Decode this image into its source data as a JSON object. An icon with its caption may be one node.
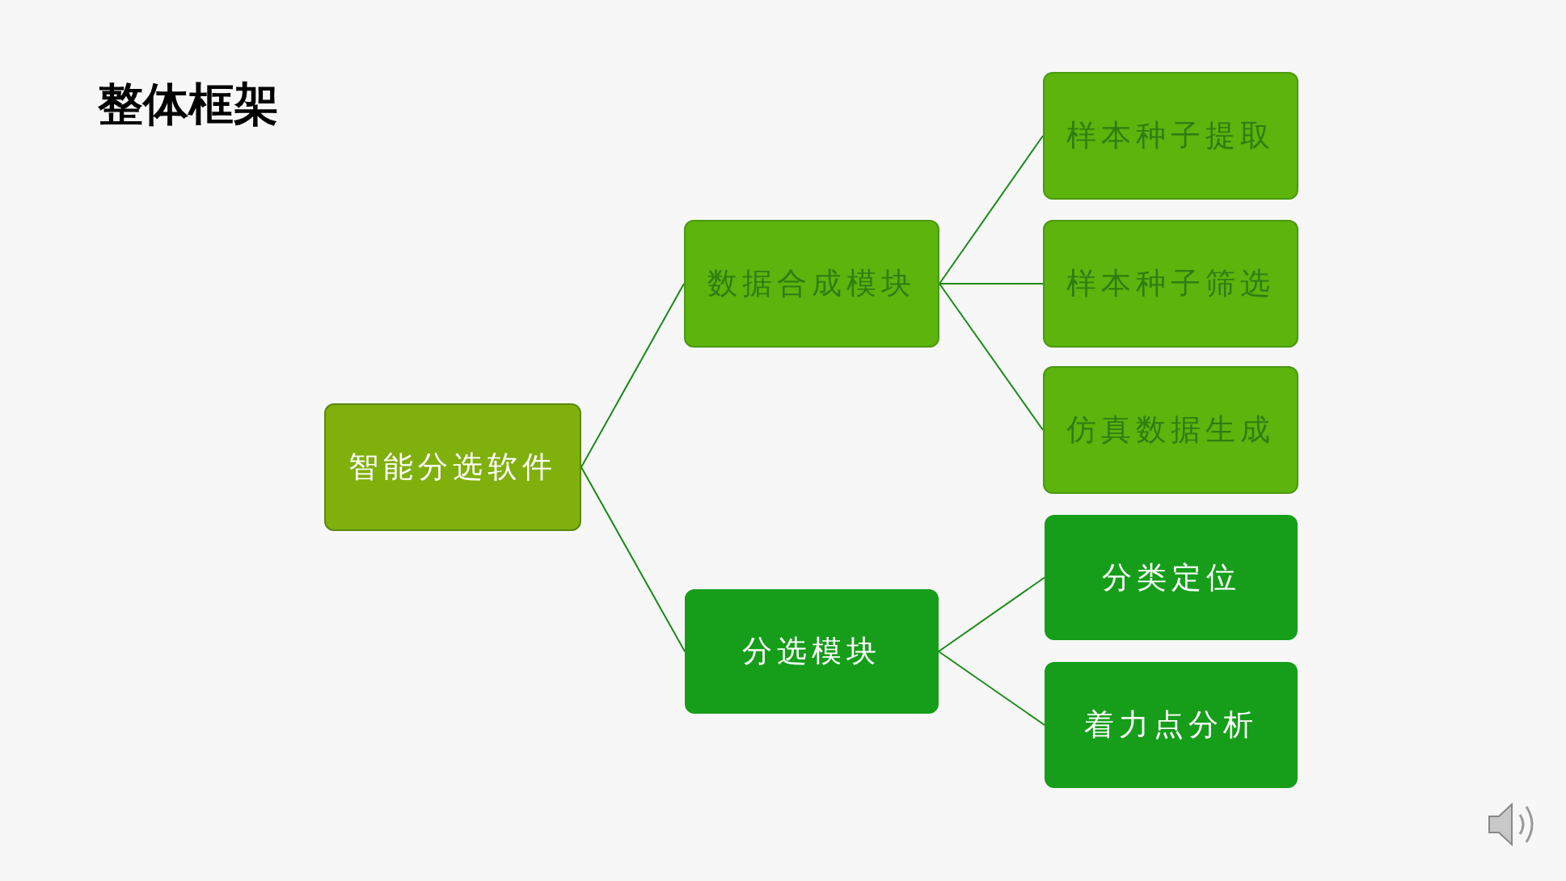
{
  "diagram": {
    "title": "整体框架",
    "nodes": [
      {
        "text": [
          "智能分选软件"
        ]
      },
      {
        "text": [
          "数据合成模块"
        ]
      },
      {
        "text": [
          "分选模块"
        ]
      },
      {
        "text": [
          "样本种子提取"
        ]
      },
      {
        "text": [
          "样本种子筛选"
        ]
      },
      {
        "text": [
          "仿真数据生成"
        ]
      },
      {
        "text": [
          "分类定位"
        ]
      },
      {
        "text": [
          "着力点分析"
        ]
      }
    ],
    "edges": [
      {
        "from": 0,
        "to": 1,
        "arrow": "none"
      },
      {
        "from": 0,
        "to": 2,
        "arrow": "none"
      },
      {
        "from": 1,
        "to": 3,
        "arrow": "none"
      },
      {
        "from": 1,
        "to": 4,
        "arrow": "none"
      },
      {
        "from": 1,
        "to": 5,
        "arrow": "none"
      },
      {
        "from": 2,
        "to": 6,
        "arrow": "none"
      },
      {
        "from": 2,
        "to": 7,
        "arrow": "none"
      }
    ]
  }
}
